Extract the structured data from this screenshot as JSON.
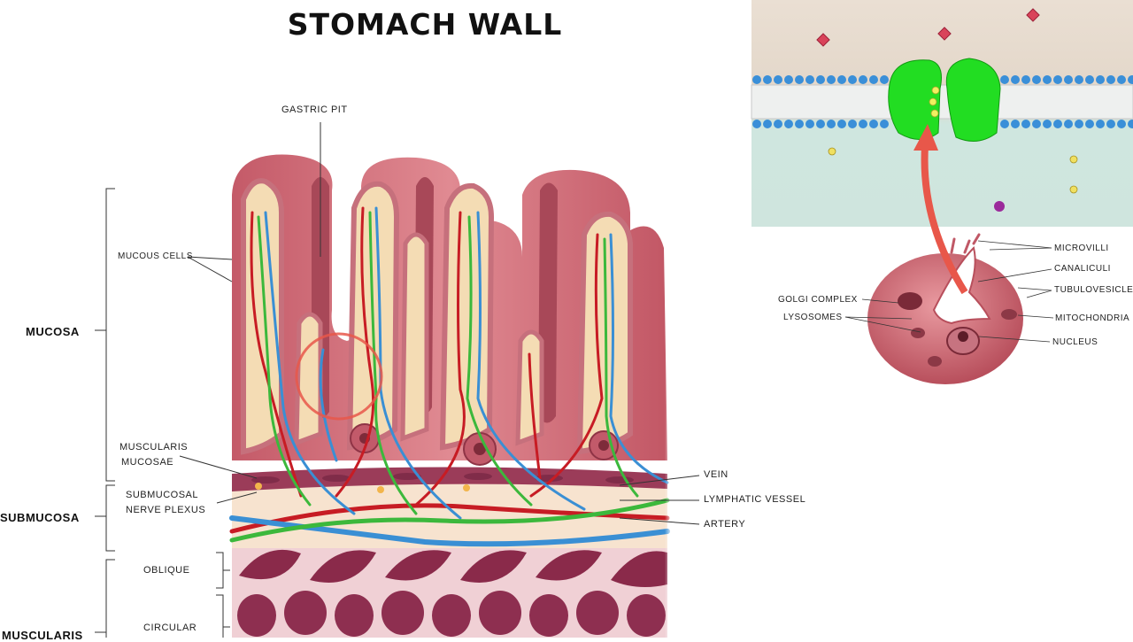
{
  "title": "STOMACH WALL",
  "layers": {
    "mucosa": "MUCOSA",
    "submucosa": "SUBMUCOSA",
    "muscularis": "MUSCULARIS"
  },
  "labels": {
    "gastric_pit": "GASTRIC PIT",
    "mucous_cells": "MUCOUS CELLS",
    "muscularis_mucosae_1": "MUSCULARIS",
    "muscularis_mucosae_2": "MUCOSAE",
    "submucosal_plexus_1": "SUBMUCOSAL",
    "submucosal_plexus_2": "NERVE PLEXUS",
    "oblique": "OBLIQUE",
    "circular": "CIRCULAR",
    "vein": "VEIN",
    "lymphatic_vessel": "LYMPHATIC VESSEL",
    "artery": "ARTERY"
  },
  "cell_labels": {
    "microvilli": "MICROVILLI",
    "canaliculi": "CANALICULI",
    "tubulovesicle": "TUBULOVESICLE",
    "golgi_complex": "GOLGI COMPLEX",
    "lysosomes": "LYSOSOMES",
    "mitochondria": "MITOCHONDRIA",
    "nucleus": "NUCLEUS"
  },
  "colors": {
    "tissue": "#c9666f",
    "tissue_dark": "#9e3a48",
    "lamina": "#f3d9b0",
    "artery": "#c71c24",
    "vein": "#3a8fd4",
    "lymph": "#3cb83c",
    "muscle": "#8a2a4a",
    "pump": "#22dd22",
    "membrane_head": "#3a8fd8",
    "highlight_arrow": "#e8574a"
  }
}
